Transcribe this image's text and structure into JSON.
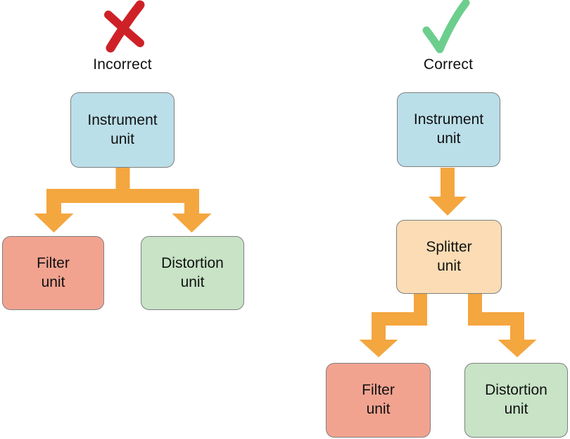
{
  "colors": {
    "background": "#ffffff",
    "node_blue": "#badfe9",
    "node_peach": "#fbdcb4",
    "node_salmon": "#f2a390",
    "node_green": "#c8e3c6",
    "node_border": "#7f7f7f",
    "arrow_orange": "#f4a63f",
    "x_red": "#ce2127",
    "check_green": "#6cce8d",
    "text": "#111111"
  },
  "icons": {
    "incorrect": "x-mark-icon",
    "correct": "check-mark-icon"
  },
  "incorrect": {
    "verdict": "Incorrect",
    "nodes": {
      "instrument": "Instrument\nunit",
      "filter": "Filter\nunit",
      "distortion": "Distortion\nunit"
    }
  },
  "correct": {
    "verdict": "Correct",
    "nodes": {
      "instrument": "Instrument\nunit",
      "splitter": "Splitter\nunit",
      "filter": "Filter\nunit",
      "distortion": "Distortion\nunit"
    }
  }
}
